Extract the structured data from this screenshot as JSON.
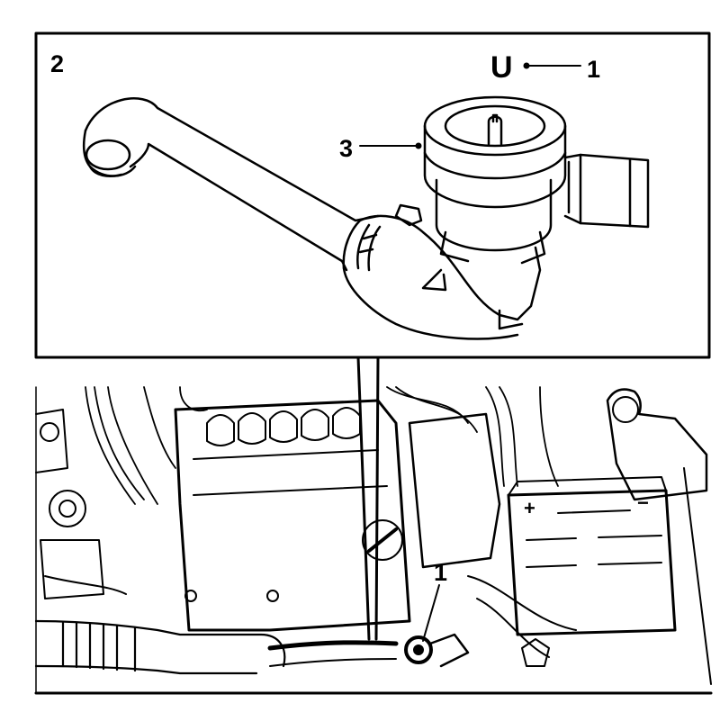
{
  "inset": {
    "figure_number": "2",
    "callouts": [
      {
        "label": "1",
        "symbol": "U"
      },
      {
        "label": "3"
      }
    ]
  },
  "engine_bay": {
    "callout_label": "1",
    "battery_plus": "+",
    "battery_minus": "−"
  }
}
